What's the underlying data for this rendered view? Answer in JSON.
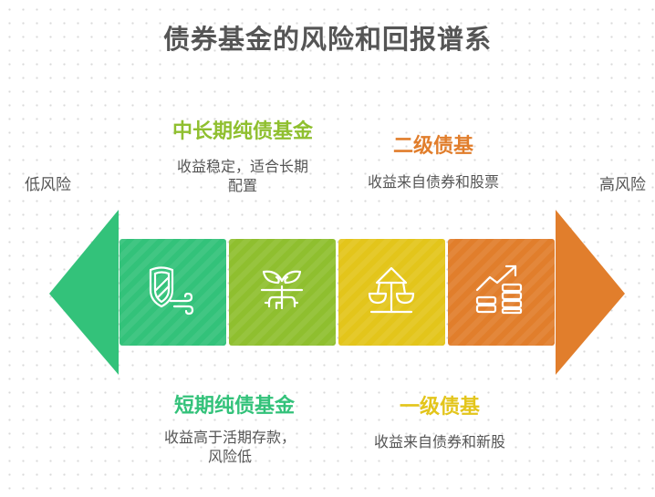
{
  "title": "债券基金的风险和回报谱系",
  "axis": {
    "left_label": "低风险",
    "right_label": "高风险"
  },
  "colors": {
    "short_term": "#33c27a",
    "mid_long_term": "#8fbf2f",
    "primary_bond": "#e3c51b",
    "secondary_bond": "#e17e2c",
    "text": "#555555"
  },
  "segments": [
    {
      "name": "短期纯债基金",
      "description": "收益高于活期存款，风险低",
      "description_lines": [
        "收益高于活期存款，",
        "风险低"
      ],
      "icon": "shield-wind-icon",
      "color": "#33c27a",
      "position": "bottom"
    },
    {
      "name": "中长期纯债基金",
      "description": "收益稳定，适合长期配置",
      "description_lines": [
        "收益稳定，适合长期",
        "配置"
      ],
      "icon": "sprout-roots-icon",
      "color": "#8fbf2f",
      "position": "top"
    },
    {
      "name": "一级债基",
      "description": "收益来自债券和新股",
      "description_lines": [
        "收益来自债券和新股"
      ],
      "icon": "balance-scale-icon",
      "color": "#e3c51b",
      "position": "bottom"
    },
    {
      "name": "二级债基",
      "description": "收益来自债券和股票",
      "description_lines": [
        "收益来自债券和股票"
      ],
      "icon": "growth-coins-icon",
      "color": "#e17e2c",
      "position": "top"
    }
  ]
}
